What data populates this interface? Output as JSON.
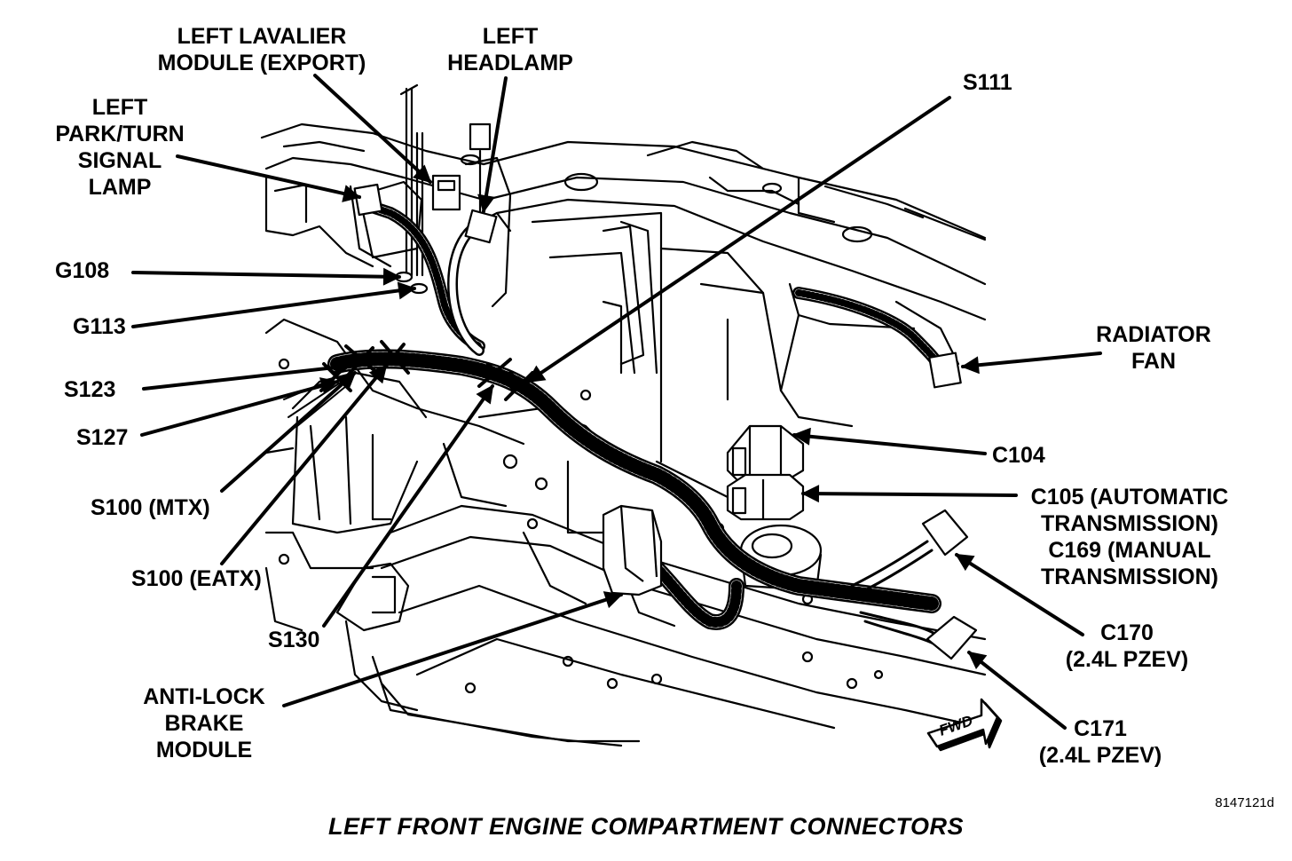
{
  "labels": {
    "left_lavalier": [
      "LEFT LAVALIER",
      "MODULE (EXPORT)"
    ],
    "left_headlamp": [
      "LEFT",
      "HEADLAMP"
    ],
    "left_park_turn": [
      "LEFT",
      "PARK/TURN",
      "SIGNAL",
      "LAMP"
    ],
    "s111": "S111",
    "g108": "G108",
    "g113": "G113",
    "s123": "S123",
    "s127": "S127",
    "s100_mtx": "S100 (MTX)",
    "s100_eatx": "S100 (EATX)",
    "s130": "S130",
    "anti_lock": [
      "ANTI-LOCK",
      "BRAKE",
      "MODULE"
    ],
    "radiator_fan": [
      "RADIATOR",
      "FAN"
    ],
    "c104": "C104",
    "c105_c169": [
      "C105 (AUTOMATIC",
      "TRANSMISSION)",
      "C169 (MANUAL",
      "TRANSMISSION)"
    ],
    "c170": [
      "C170",
      "(2.4L PZEV)"
    ],
    "c171": [
      "C171",
      "(2.4L PZEV)"
    ],
    "fwd": "FWD"
  },
  "caption": "LEFT FRONT ENGINE COMPARTMENT CONNECTORS",
  "figure_id": "8147121d",
  "colors": {
    "ink": "#000000",
    "paper": "#ffffff"
  }
}
